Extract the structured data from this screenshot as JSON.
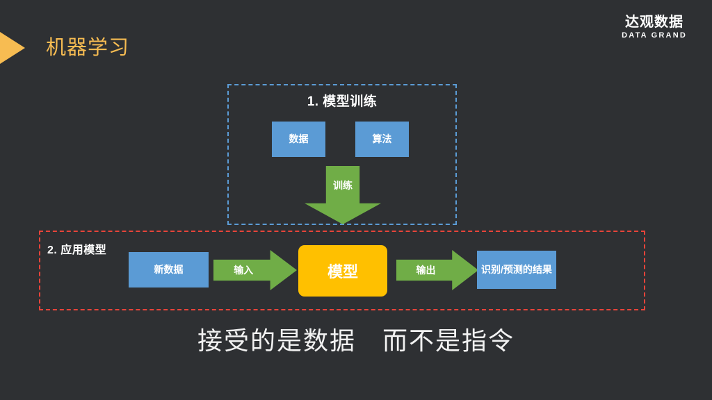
{
  "header": {
    "title": "机器学习",
    "chevron_icon": "chevron-right-icon",
    "logo_cn": "达观数据",
    "logo_en": "DATA GRAND"
  },
  "colors": {
    "background": "#2e3033",
    "accent_orange": "#f7bc52",
    "box_blue": "#5b9bd5",
    "arrow_green": "#70ad47",
    "model_yellow": "#ffc000",
    "dashed_blue": "#5b9bd5",
    "dashed_red": "#e8443a",
    "text_white": "#ffffff"
  },
  "section_train": {
    "title": "1. 模型训练",
    "boxes": [
      {
        "label": "数据"
      },
      {
        "label": "算法"
      }
    ],
    "arrow": {
      "label": "训练",
      "direction": "down"
    }
  },
  "section_apply": {
    "title": "2. 应用模型",
    "input_box": {
      "label": "新数据"
    },
    "arrow_in": {
      "label": "输入",
      "direction": "right"
    },
    "model_box": {
      "label": "模型"
    },
    "arrow_out": {
      "label": "输出",
      "direction": "right"
    },
    "result_box": {
      "label": "识别/预测的结果"
    }
  },
  "caption": "接受的是数据　而不是指令"
}
